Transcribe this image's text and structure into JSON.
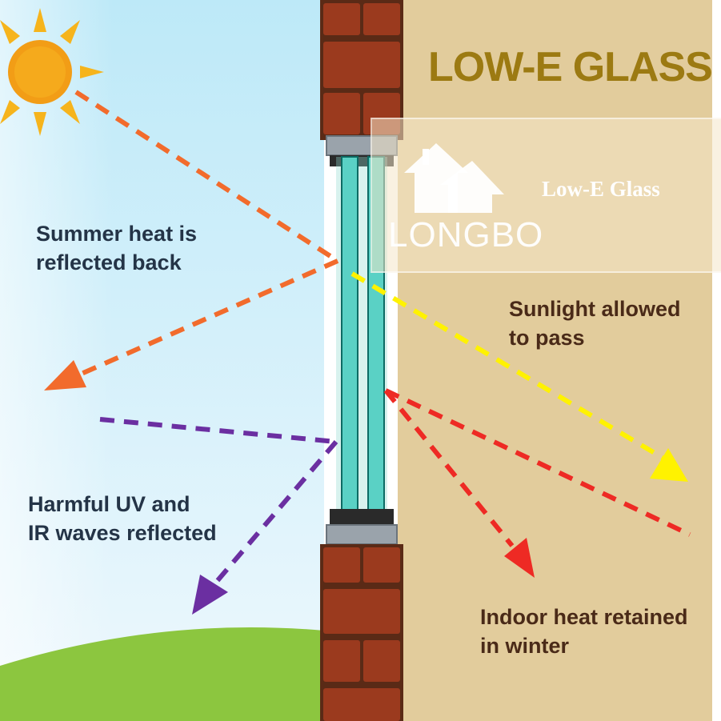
{
  "title": "LOW-E GLASS",
  "labels": {
    "summer_line1": "Summer heat is",
    "summer_line2": "reflected back",
    "uv_line1": "Harmful UV and",
    "uv_line2": "IR waves reflected",
    "sunlight_line1": "Sunlight allowed",
    "sunlight_line2": "to pass",
    "indoor_line1": "Indoor heat retained",
    "indoor_line2": "in winter"
  },
  "watermark": {
    "brand": "LONGBO",
    "caption": "Low-E Glass"
  },
  "colors": {
    "sky_top": "#bde9f8",
    "sky_bottom": "#e8f6fc",
    "interior": "#e2cc9c",
    "ground": "#8cc63f",
    "brick": "#9b3a1e",
    "mortar": "#5a2a16",
    "glass": "#5ad1c5",
    "frame": "#9aa3ab",
    "sun": "#f5a31a",
    "arrow_orange": "#f26b2c",
    "arrow_purple": "#6b2fa1",
    "arrow_yellow": "#fff200",
    "arrow_red": "#ee2a24",
    "title": "#9c7a12"
  },
  "icons": [
    "sun-icon",
    "house-logo-icon"
  ]
}
